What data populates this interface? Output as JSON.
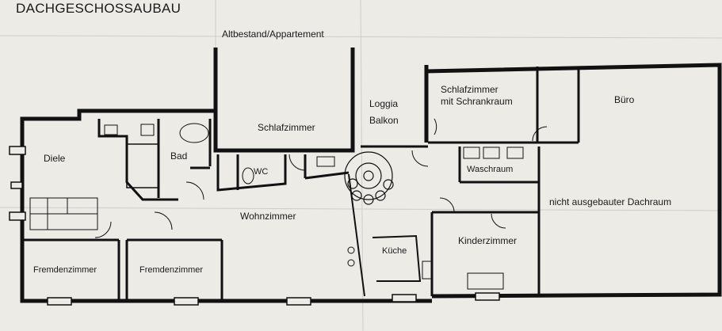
{
  "title": "DACHGESCHOSSAUBAU",
  "rooms": {
    "altbestand": "Altbestand/Appartement",
    "schlafzimmer": "Schlafzimmer",
    "loggia_balkon": "Loggia\nBalkon",
    "schlafzimmer_schrank": "Schlafzimmer\nmit Schrankraum",
    "buero": "Büro",
    "diele": "Diele",
    "bad": "Bad",
    "wc": "WC",
    "waschraum": "Waschraum",
    "wohnzimmer": "Wohnzimmer",
    "dachraum": "nicht ausgebauter Dachraum",
    "kueche": "Küche",
    "kinderzimmer": "Kinderzimmer",
    "fremdenzimmer_1": "Fremdenzimmer",
    "fremdenzimmer_2": "Fremdenzimmer"
  },
  "colors": {
    "paper": "#ecebe6",
    "line": "#111111",
    "fold": "#c9c8c3"
  }
}
